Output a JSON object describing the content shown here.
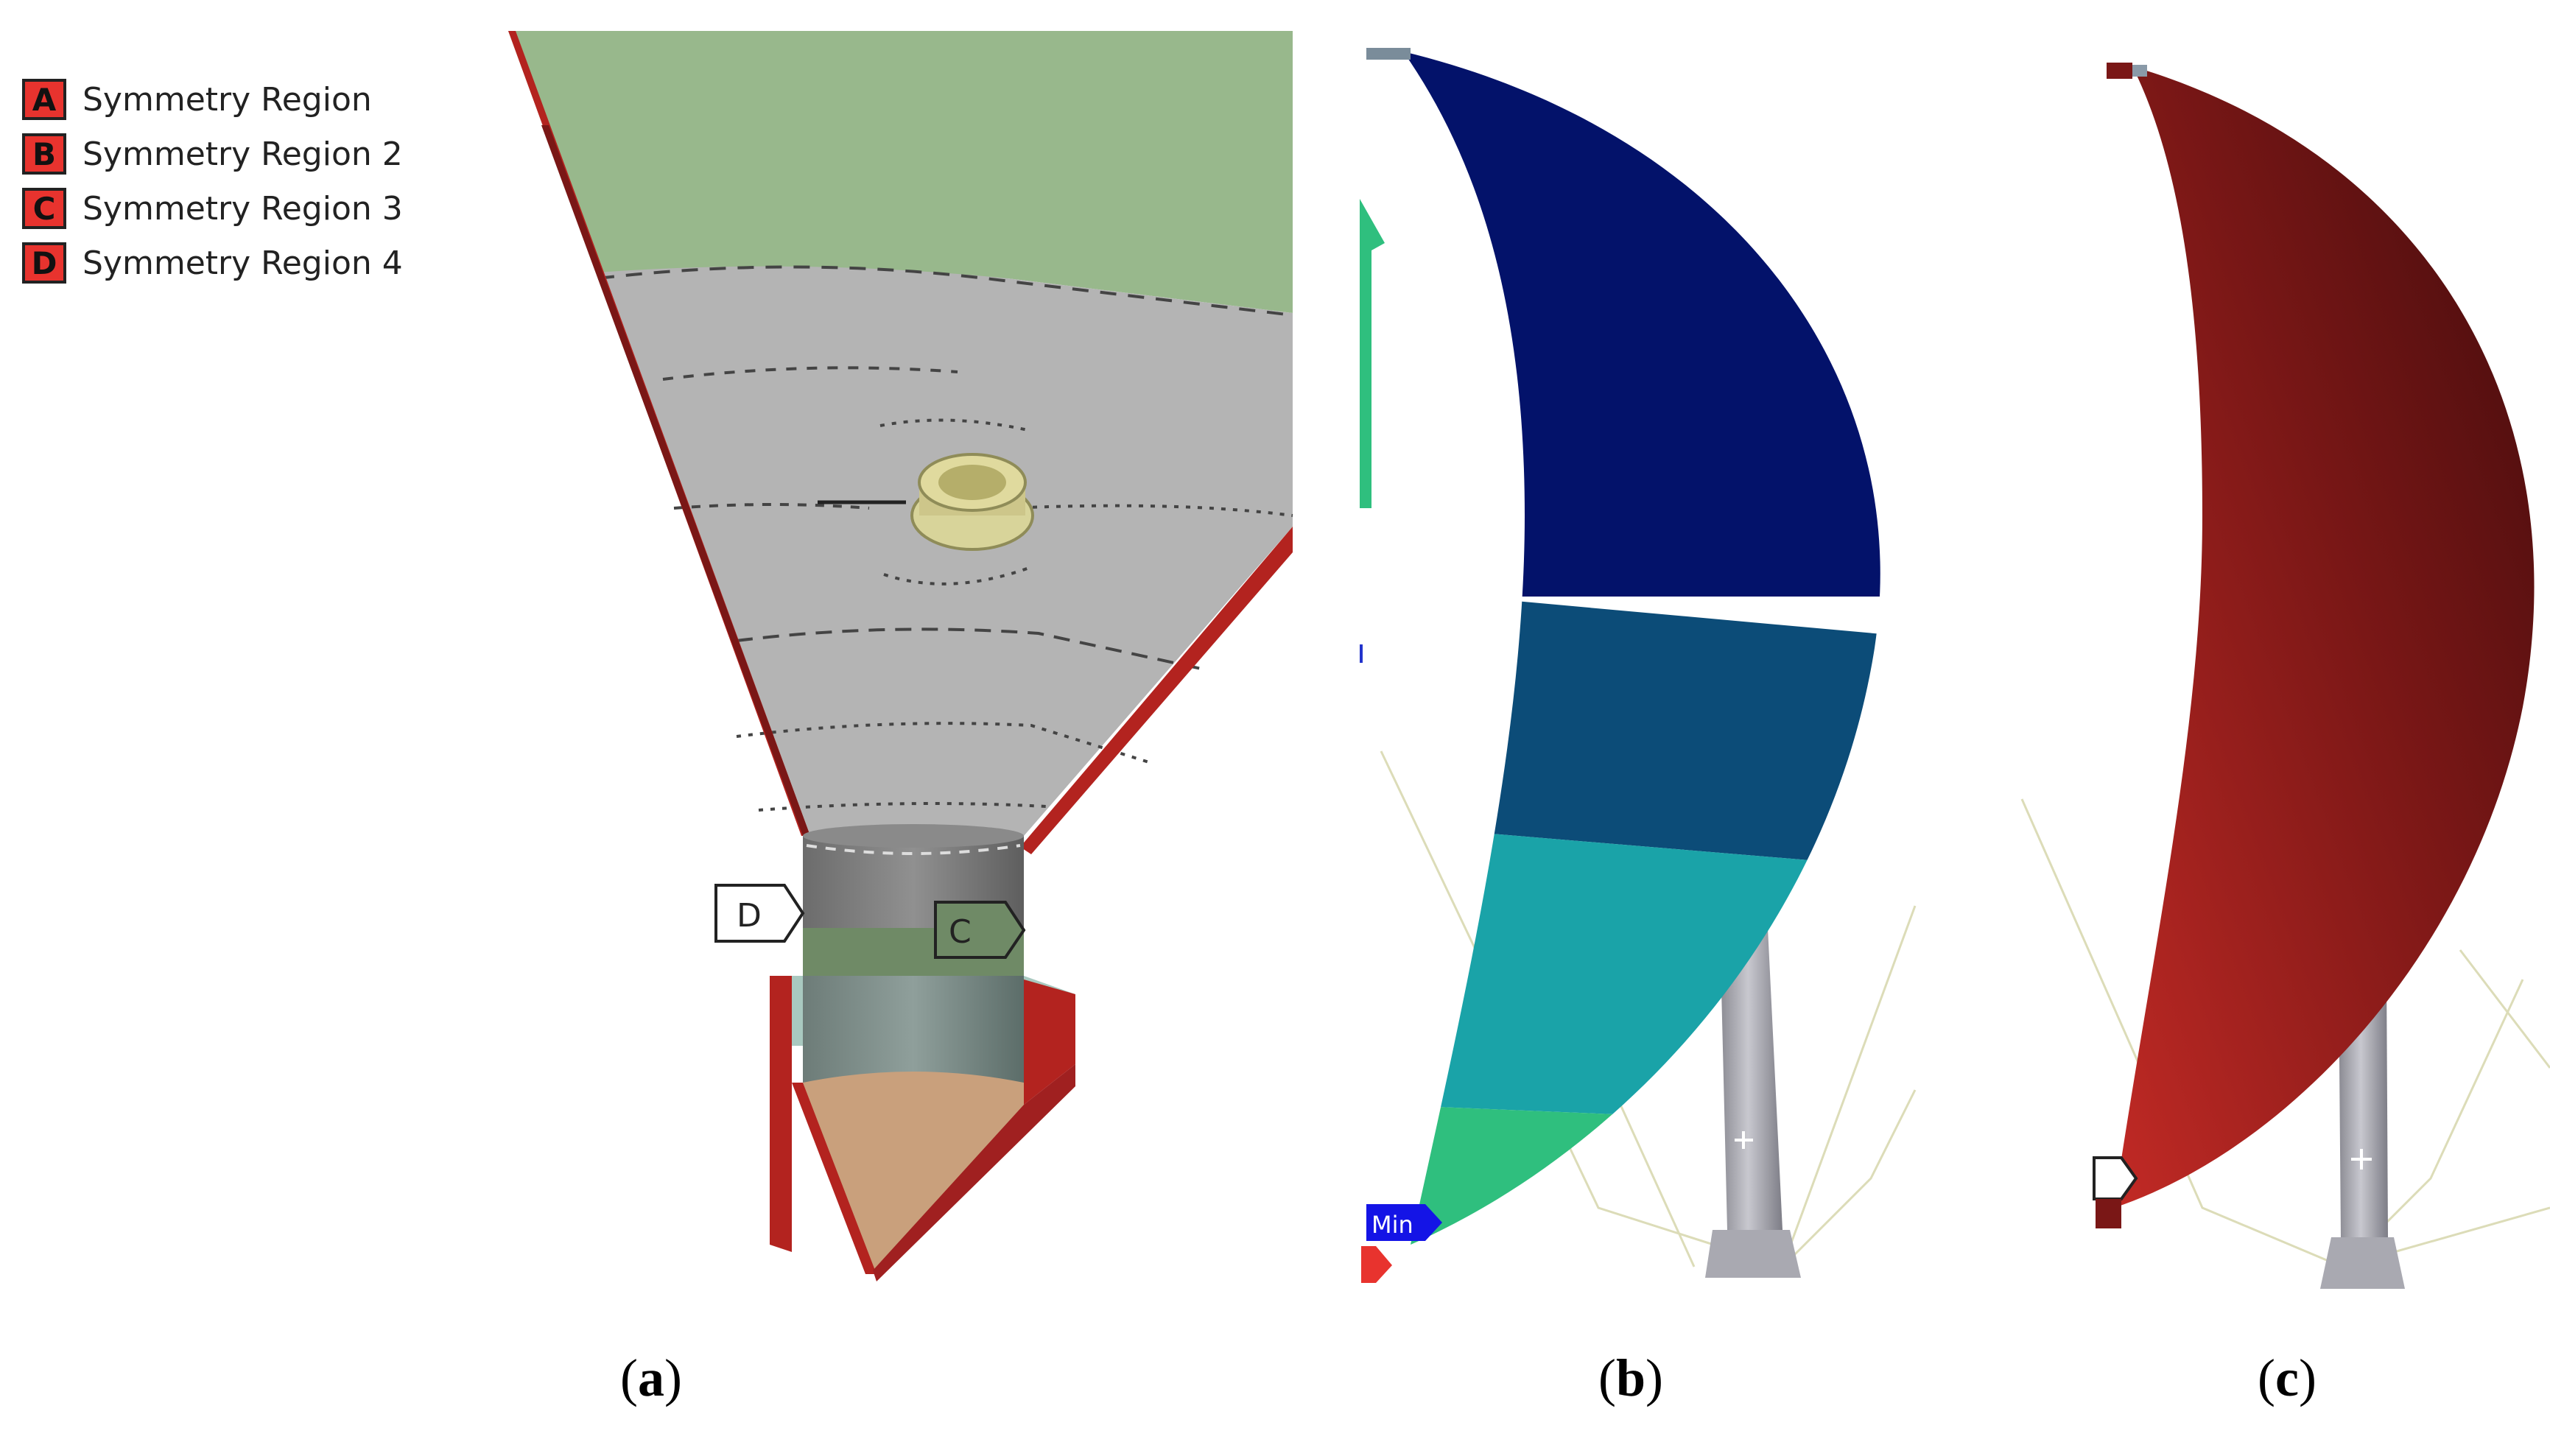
{
  "legend": {
    "items": [
      {
        "badge": "A",
        "label": "Symmetry Region"
      },
      {
        "badge": "B",
        "label": "Symmetry Region 2"
      },
      {
        "badge": "C",
        "label": "Symmetry Region 3"
      },
      {
        "badge": "D",
        "label": "Symmetry Region 4"
      }
    ]
  },
  "panel_a": {
    "tags": {
      "d": "D",
      "c": "C"
    },
    "caption": {
      "open": "(",
      "letter": "a",
      "close": ")"
    }
  },
  "panel_b": {
    "min_label": "Min",
    "caption": {
      "open": "(",
      "letter": "b",
      "close": ")"
    }
  },
  "panel_c": {
    "caption": {
      "open": "(",
      "letter": "c",
      "close": ")"
    }
  },
  "colors": {
    "symmetry_red": "#e8332e",
    "top_green": "#98b88c",
    "hopper_grey": "#b4b4b4",
    "contour_navy": "#03126a",
    "contour_teal": "#1aa8a8",
    "contour_green": "#2fbf7e",
    "shell_red": "#b3231f",
    "min_badge": "#1414e6"
  }
}
